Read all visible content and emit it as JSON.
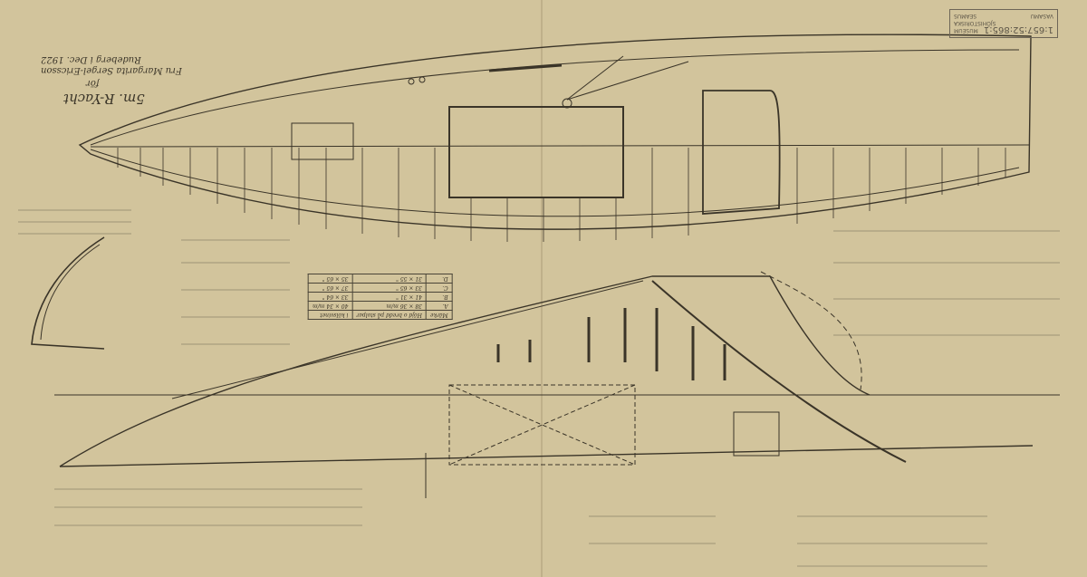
{
  "title": {
    "line1": "5m. R-Yacht",
    "line2": "för",
    "line3": "Fru Margarita Sergel-Ericsson",
    "line4": "Rudeberg i Dec. 1922"
  },
  "stamp": {
    "number": "1:657:52:865:1",
    "line1": "MUSEUM",
    "line2": "SJÖHISTORISKA",
    "line3": "SEAMUS",
    "line4": "VASAMU"
  },
  "spec_table": {
    "headers": [
      "Märke",
      "Höjd o bredd på stolpar",
      "i kölsvinet"
    ],
    "rows": [
      [
        "A.",
        "38 × 36 m/m",
        "40 × 34 m/m"
      ],
      [
        "B.",
        "41 × 31 \"",
        "33 × 64 \""
      ],
      [
        "C.",
        "33 × 65 \"",
        "37 × 65 \""
      ],
      [
        "D.",
        "31 × 55 \"",
        "35 × 65 \""
      ]
    ]
  },
  "colors": {
    "paper": "#d2c49c",
    "ink": "#3a3428"
  }
}
